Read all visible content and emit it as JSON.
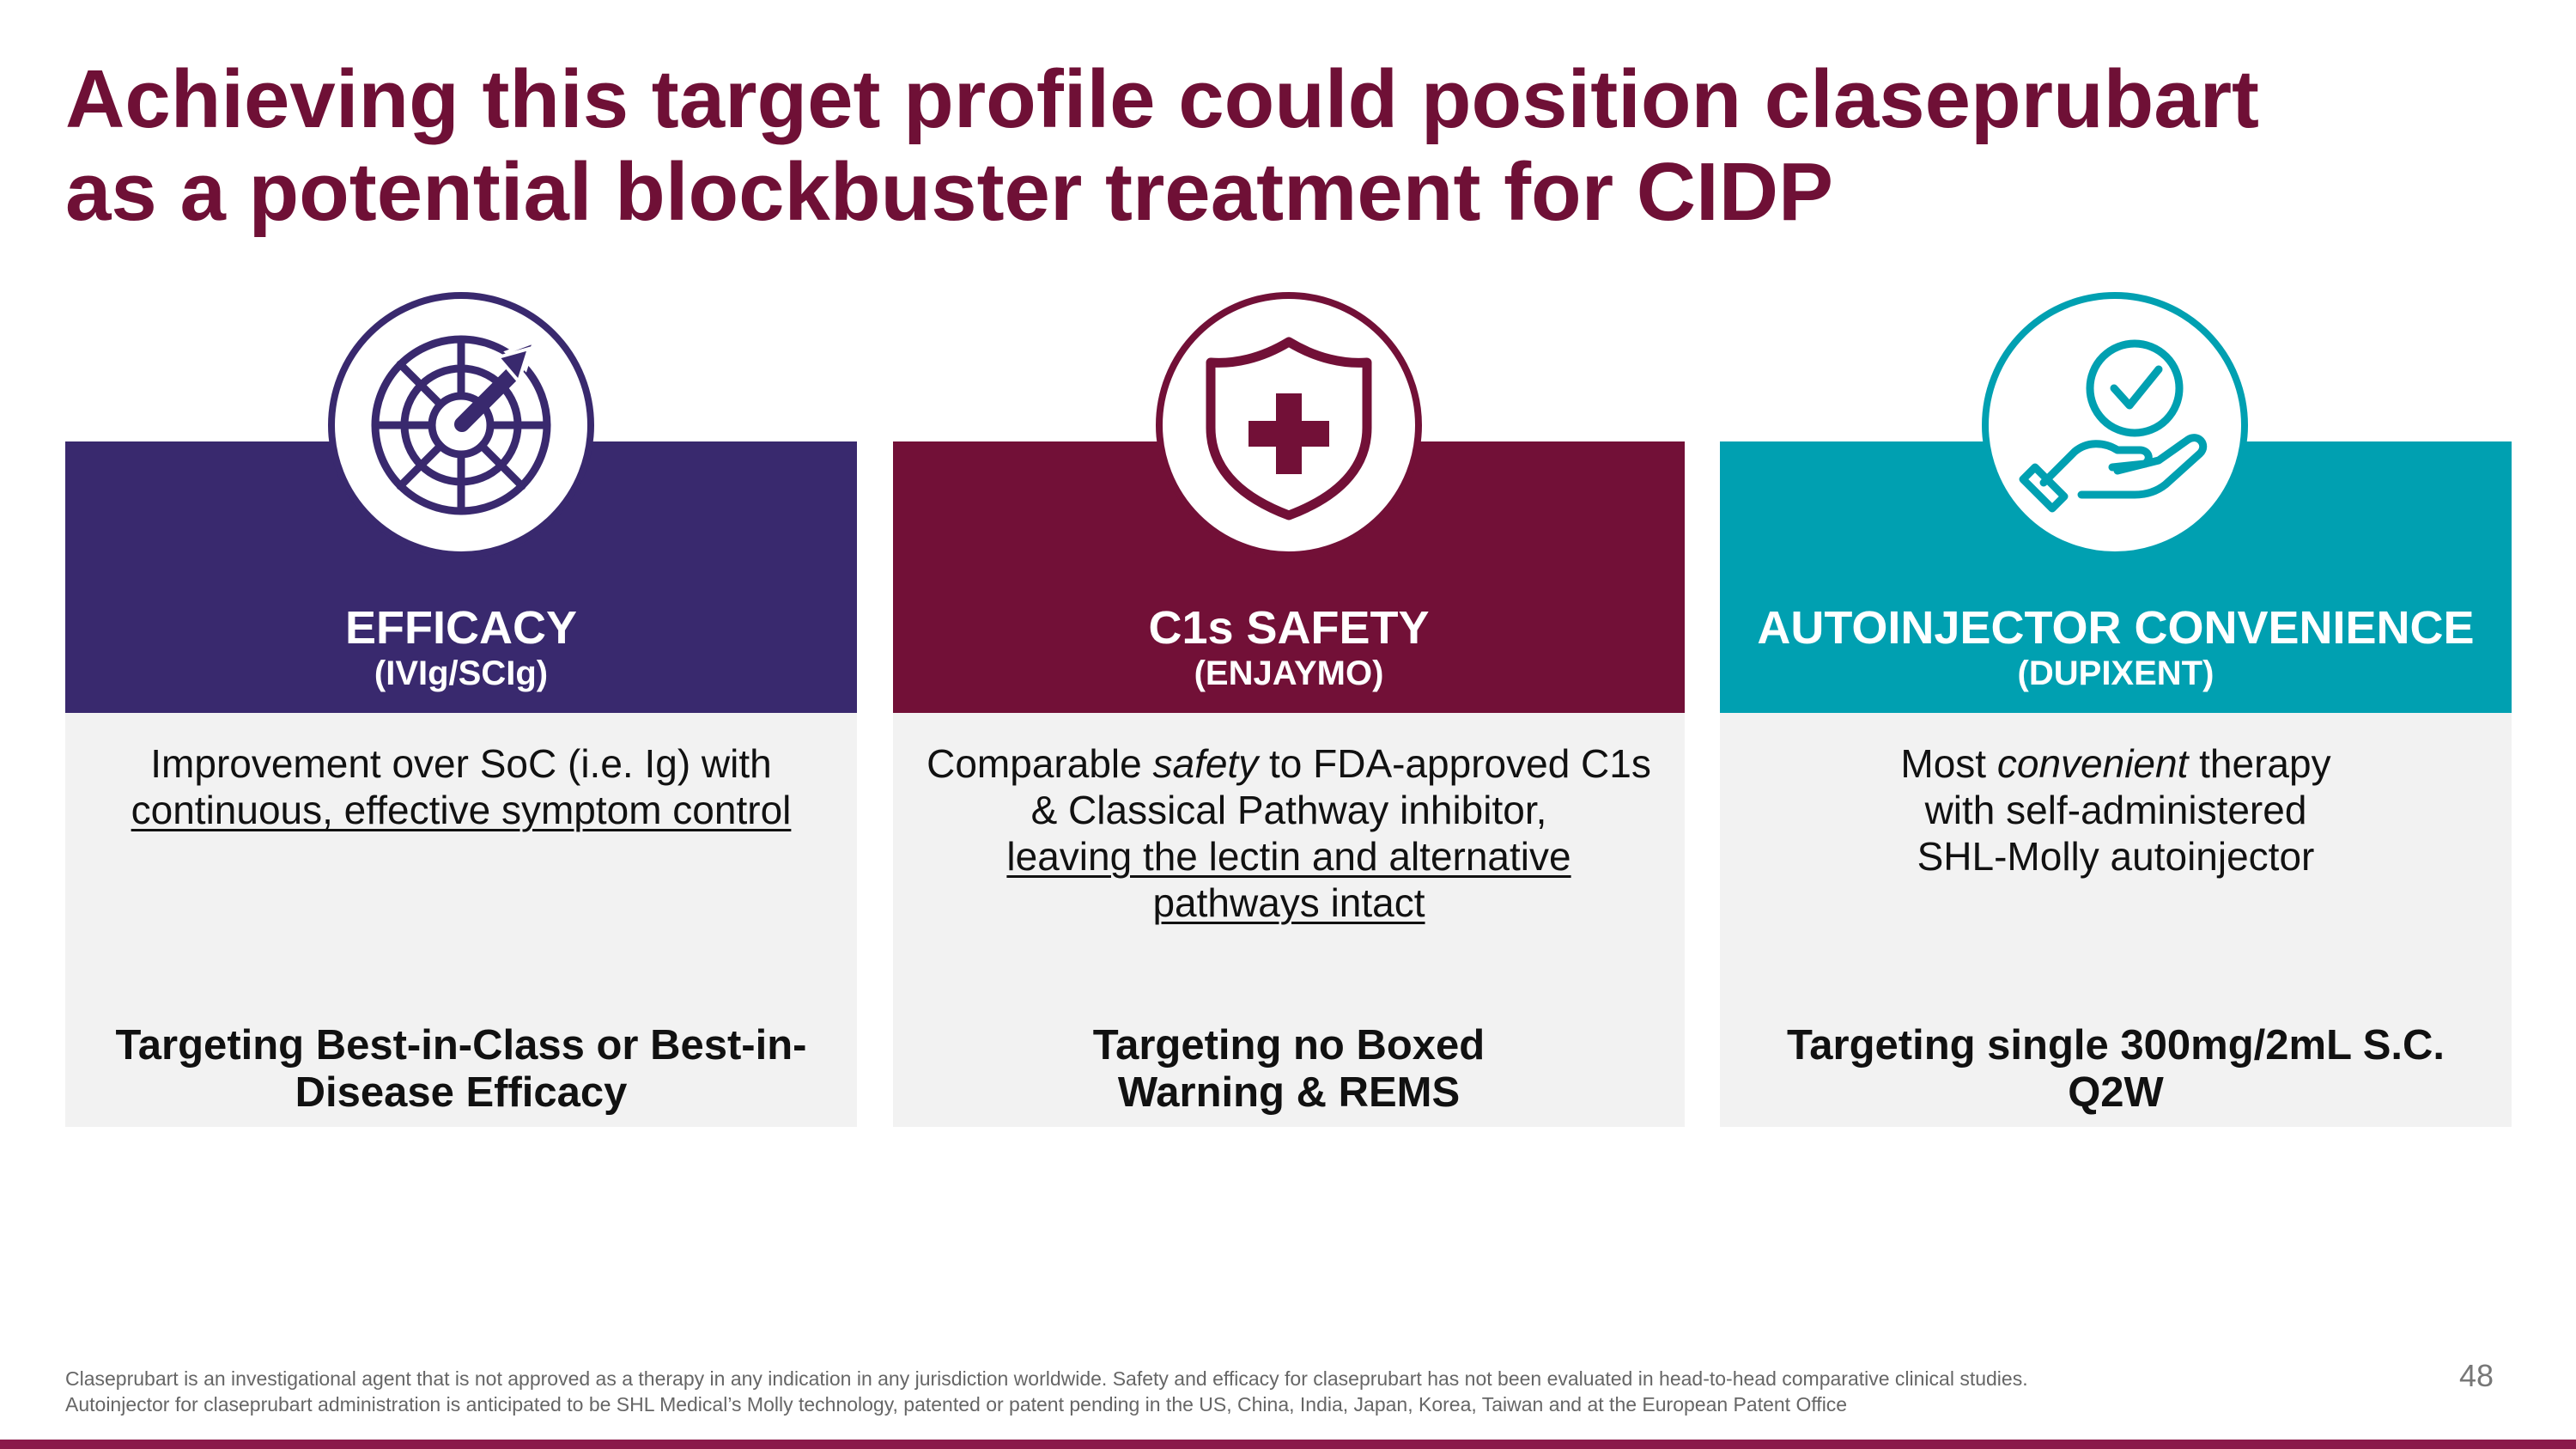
{
  "title": {
    "line1": "Achieving this target profile could position claseprubart",
    "line2": "as a potential blockbuster treatment for CIDP"
  },
  "colors": {
    "title": "#6f1036",
    "efficacy": "#39296e",
    "safety": "#721037",
    "convenience": "#00a0b1",
    "card_body": "#f2f2f2",
    "bottom_bar": "#8a1a4a"
  },
  "cards": {
    "efficacy": {
      "icon": "target-dart-icon",
      "heading": "EFFICACY",
      "subheading": "(IVIg/SCIg)",
      "desc_text": "Improvement over SoC (i.e. Ig) with",
      "desc_underlined": "continuous, effective symptom control",
      "target": "Targeting Best-in-Class or Best-in-Disease Efficacy"
    },
    "safety": {
      "icon": "shield-cross-icon",
      "heading": "C1s SAFETY",
      "subheading": "(ENJAYMO)",
      "desc_pre": "Comparable ",
      "desc_italic": "safety",
      "desc_post": " to FDA-approved C1s & Classical Pathway inhibitor,",
      "desc_underlined": "leaving the lectin and alternative pathways intact",
      "target": "Targeting no Boxed Warning & REMS"
    },
    "convenience": {
      "icon": "hand-checkmark-icon",
      "heading": "AUTOINJECTOR CONVENIENCE",
      "subheading": "(DUPIXENT)",
      "desc_pre": "Most ",
      "desc_italic": "convenient",
      "desc_post": " therapy with self-administered SHL-Molly autoinjector",
      "target": "Targeting single 300mg/2mL S.C. Q2W"
    }
  },
  "footnote": {
    "line1": "Claseprubart is an investigational agent that is not approved as a therapy in any indication in any jurisdiction worldwide. Safety and efficacy for claseprubart has not been evaluated in head-to-head comparative clinical studies.",
    "line2": "Autoinjector for claseprubart administration is anticipated to be SHL Medical’s Molly technology, patented or patent pending in the US, China, India, Japan, Korea, Taiwan and at the European Patent Office"
  },
  "page_number": "48"
}
